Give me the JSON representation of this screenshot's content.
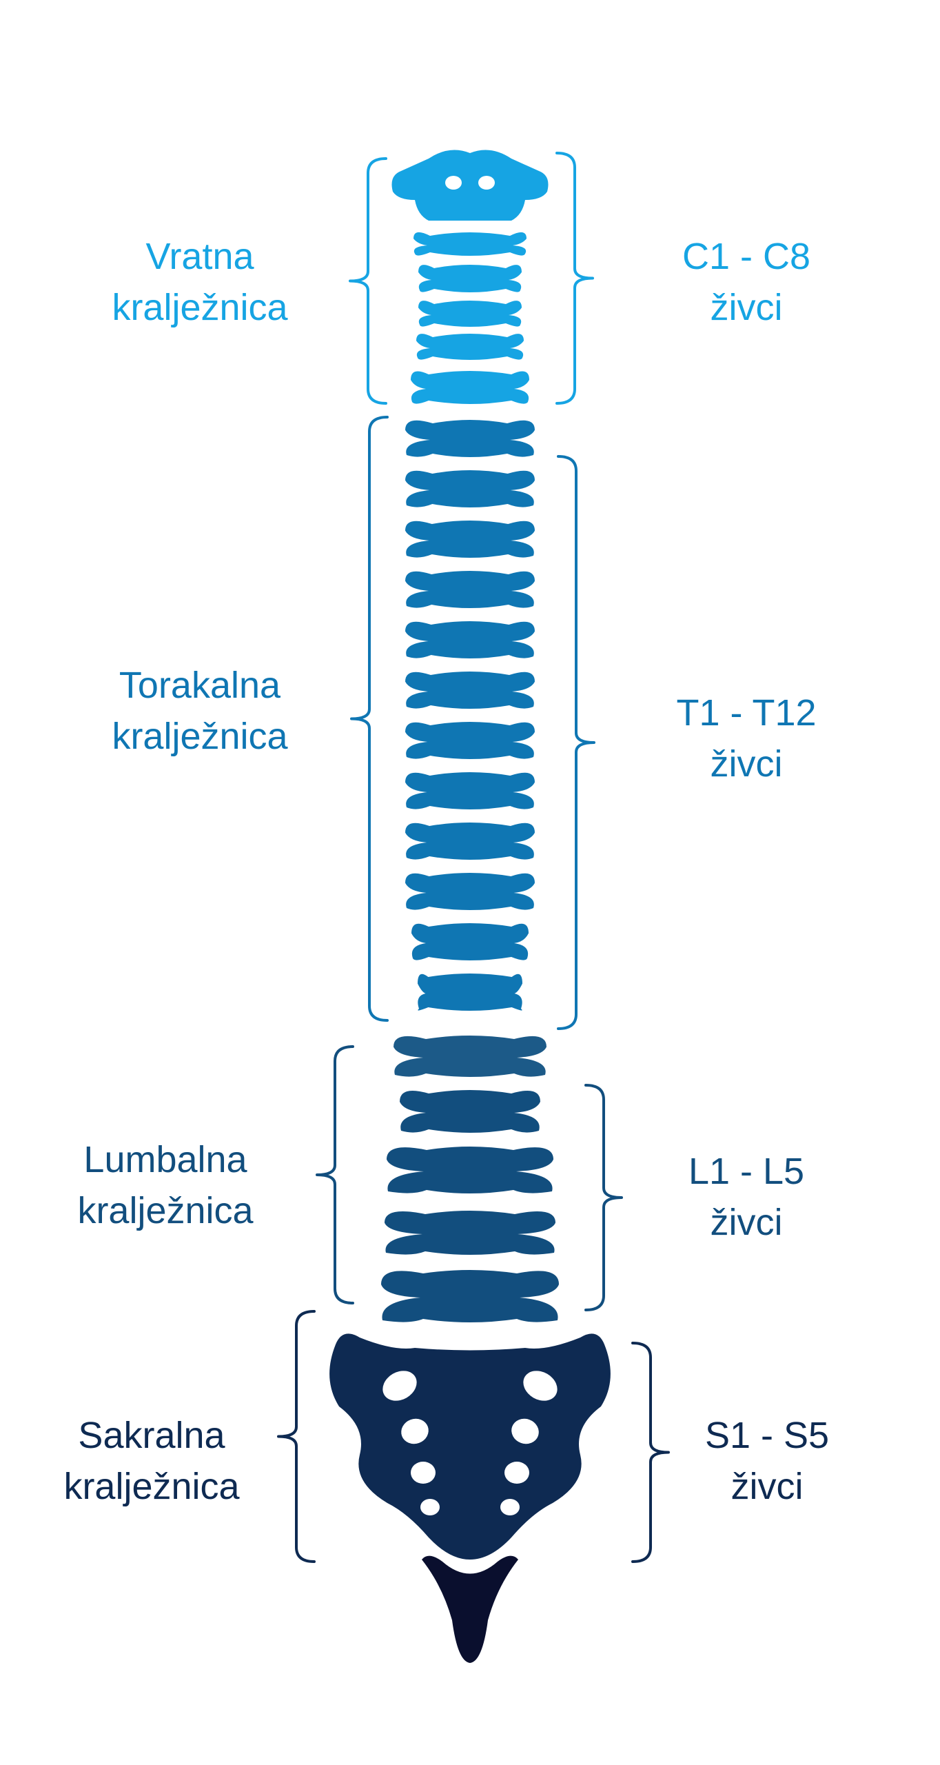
{
  "regions": [
    {
      "id": "cervical",
      "name_line1": "Vratna",
      "name_line2": "kralježnica",
      "nerves_line1": "C1 - C8",
      "nerves_line2": "živci",
      "color": "#16A4E3"
    },
    {
      "id": "thoracic",
      "name_line1": "Torakalna",
      "name_line2": "kralježnica",
      "nerves_line1": "T1 - T12",
      "nerves_line2": "živci",
      "color": "#0F76B3"
    },
    {
      "id": "lumbar",
      "name_line1": "Lumbalna",
      "name_line2": "kralježnica",
      "nerves_line1": "L1 - L5",
      "nerves_line2": "živci",
      "color": "#124E7E"
    },
    {
      "id": "sacral",
      "name_line1": "Sakralna",
      "name_line2": "kralježnica",
      "nerves_line1": "S1 - S5",
      "nerves_line2": "živci",
      "color": "#0E2A52"
    }
  ],
  "coccyx_color": "#0A0F2E",
  "transition_vertebra_color": "#1C5A88"
}
